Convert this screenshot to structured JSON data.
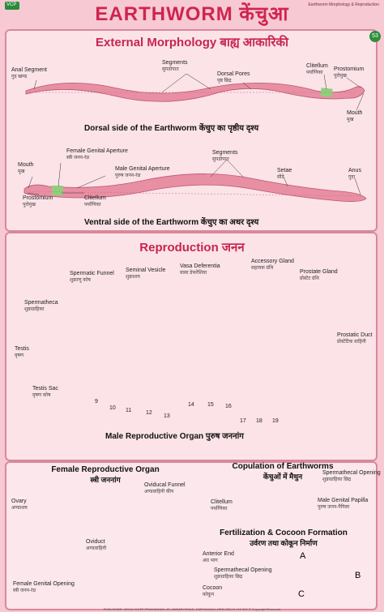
{
  "header": {
    "title": "EARTHWORM केंचुआ",
    "top_note": "Earthworm Morphology & Reproduction",
    "logo": "VCP",
    "page_number": "53"
  },
  "external": {
    "heading": "External Morphology बाह्य आकारिकी",
    "dorsal": {
      "caption": "Dorsal side of the Earthworm केंचुए का पृष्ठीय दृश्य",
      "labels": {
        "anal_segment": "Anal Segment",
        "anal_segment_hi": "गुद खण्ड",
        "segments": "Segments",
        "segments_hi": "सुपडोपात",
        "dorsal_pores": "Dorsal Pores",
        "dorsal_pores_hi": "पृष्ठ छिद्र",
        "clitellum": "Clitellum",
        "clitellum_hi": "पर्याणिका",
        "prostomium": "Prostomium",
        "prostomium_hi": "पुरोमुख",
        "mouth": "Mouth",
        "mouth_hi": "मुख"
      }
    },
    "ventral": {
      "caption": "Ventral side of the Earthworm केंचुए का अधर दृश्य",
      "labels": {
        "mouth": "Mouth",
        "mouth_hi": "मुख",
        "female_genital": "Female Genital Aperture",
        "female_genital_hi": "स्त्री जनन-रंध्र",
        "male_genital": "Male Genital Aperture",
        "male_genital_hi": "पुरुष जनन-रंध्र",
        "segments": "Segments",
        "segments_hi": "सुपडोपात",
        "setae": "Setae",
        "setae_hi": "सीटे",
        "anus": "Anus",
        "anus_hi": "गुदा",
        "prostomium": "Prostomium",
        "prostomium_hi": "पुरोमुख",
        "clitellum": "Clitellum",
        "clitellum_hi": "पर्याणिका"
      }
    }
  },
  "reproduction": {
    "heading": "Reproduction जनन",
    "caption": "Male Reproductive Organ पुरुष जननांग",
    "labels": {
      "spermatic_funnel": "Spermatic Funnel",
      "spermatic_funnel_hi": "शुक्राणु कोष",
      "seminal_vesicle": "Seminal Vesicle",
      "seminal_vesicle_hi": "शुक्राशय",
      "vasa_deferentia": "Vasa Deferentia",
      "vasa_deferentia_hi": "वासा डेफरेंशिया",
      "accessory_gland": "Accessory Gland",
      "accessory_gland_hi": "सहायक ग्रंथि",
      "prostate_gland": "Prostate Gland",
      "prostate_gland_hi": "प्रोस्टेट ग्रंथि",
      "spermatheca": "Spermatheca",
      "spermatheca_hi": "शुक्रग्राहिका",
      "testis": "Testis",
      "testis_hi": "वृषण",
      "testis_sac": "Testis Sac",
      "testis_sac_hi": "वृषण कोष",
      "prostatic_duct": "Prostatic Duct",
      "prostatic_duct_hi": "प्रोस्टेटिक वाहिनी"
    },
    "segment_numbers": [
      "9",
      "10",
      "11",
      "12",
      "13",
      "14",
      "15",
      "16",
      "17",
      "18",
      "19"
    ]
  },
  "female": {
    "heading": "Female Reproductive Organ",
    "heading_hi": "स्त्री जननांग",
    "labels": {
      "ovary": "Ovary",
      "ovary_hi": "अण्डाशय",
      "oviducal_funnel": "Oviducal Funnel",
      "oviducal_funnel_hi": "अण्डवाहिनी कीप",
      "oviduct": "Oviduct",
      "oviduct_hi": "अण्डवाहिनी",
      "female_opening": "Female Genital Opening",
      "female_opening_hi": "स्त्री जनन-रंध्र"
    }
  },
  "copulation": {
    "heading": "Copulation of Earthworms",
    "heading_hi": "केंचुओं में मैथुन",
    "labels": {
      "spermathecal_opening": "Spermathecal Opening",
      "spermathecal_opening_hi": "शुक्रग्राहिका छिद्र",
      "clitellum": "Clitellum",
      "clitellum_hi": "पर्याणिका",
      "male_papilla": "Male Genital Papilla",
      "male_papilla_hi": "पुरुष जनन-पैपिला"
    }
  },
  "fertilization": {
    "heading": "Fertilization & Cocoon Formation",
    "heading_hi": "उर्वरण तथा कोकून निर्माण",
    "labels": {
      "anterior_end": "Anterior End",
      "anterior_end_hi": "अग्र भाग",
      "spermathecal_opening": "Spermathecal Opening",
      "spermathecal_opening_hi": "शुक्रग्राहिका छिद्र",
      "cocoon": "Cocoon",
      "cocoon_hi": "कोकून",
      "a": "A",
      "b": "B",
      "c": "C"
    }
  },
  "footer": {
    "text": "PUBLISHER: VIDYA CHITR PRAKASHAN, 87, ANSARI ROAD, DARYAGANJ, NEW DELHI-110 002",
    "copyright": "© Copyright Reserved"
  }
}
